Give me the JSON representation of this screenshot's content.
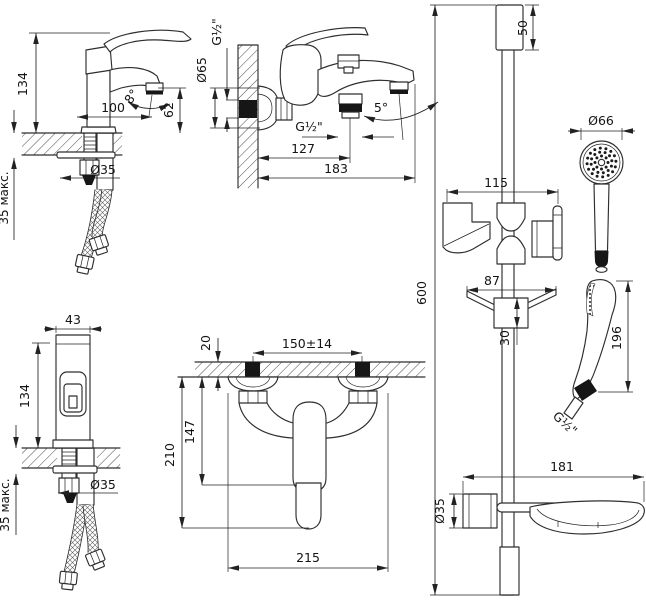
{
  "drawing": {
    "basin_side": {
      "height": "134",
      "spout_reach": "100",
      "spray_angle": "8°",
      "spout_height": "62",
      "hole_diameter": "Ø35",
      "max_deck": "35 макс."
    },
    "bath_side": {
      "wall_thread": "G½\"",
      "flange_diameter": "Ø65",
      "outlet_thread": "G½\"",
      "spout_center": "127",
      "overall_depth": "183",
      "spray_angle": "5°"
    },
    "basin_front": {
      "width": "43",
      "height": "134",
      "hole_diameter": "Ø35",
      "max_deck": "35 макс."
    },
    "bath_plan": {
      "wall_offset": "20",
      "pipe_centers": "150±14",
      "body_depth": "147",
      "spout_depth": "210",
      "overall_width": "215"
    },
    "shower_set": {
      "bracket_height": "50",
      "bar_length": "600",
      "slider_width": "115",
      "soap_arm_width": "87",
      "block_height": "30",
      "head_diameter": "Ø66",
      "head_length": "196",
      "hose_thread": "G½\"",
      "dish_width": "181",
      "clamp_diameter": "Ø35"
    }
  }
}
